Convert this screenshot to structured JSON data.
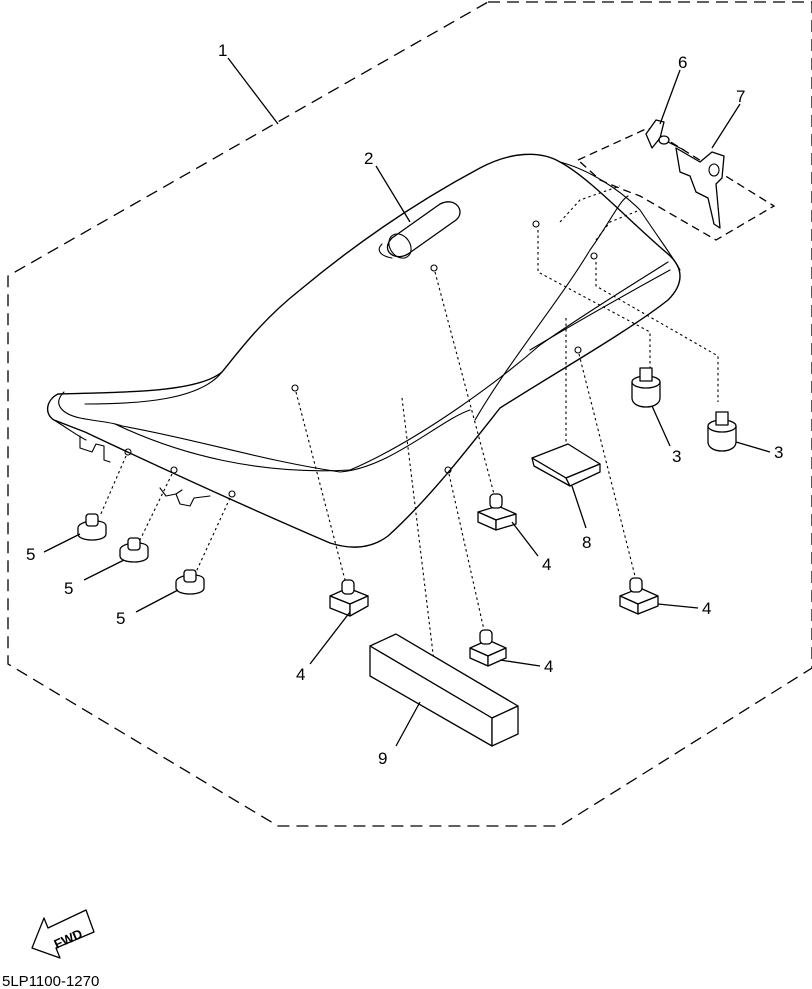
{
  "diagram": {
    "callouts": {
      "c1": "1",
      "c2": "2",
      "c3a": "3",
      "c3b": "3",
      "c4a": "4",
      "c4b": "4",
      "c4c": "4",
      "c4d": "4",
      "c5a": "5",
      "c5b": "5",
      "c5c": "5",
      "c6": "6",
      "c7": "7",
      "c8": "8",
      "c9": "9"
    },
    "direction_label": "FWD",
    "drawing_code": "5LP1100-1270"
  }
}
